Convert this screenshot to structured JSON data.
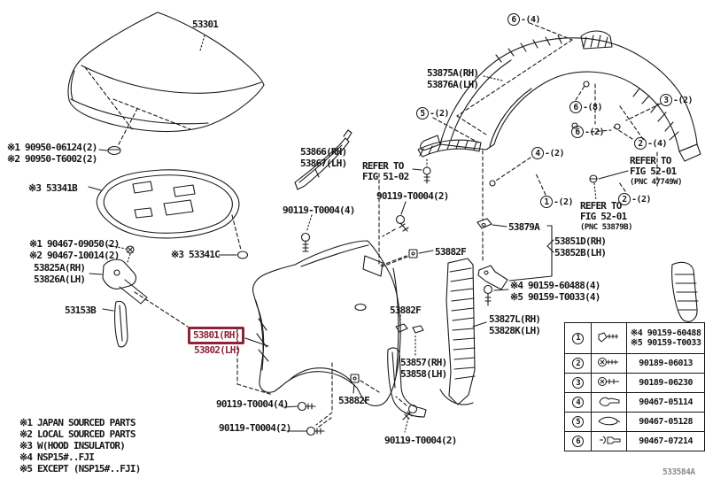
{
  "colors": {
    "highlight": "#8e2236",
    "ink": "#1a1a1a",
    "paper": "#ffffff"
  },
  "labels": {
    "hood": "53301",
    "clip_hood_jp": "※1 90950-06124(2)",
    "clip_hood_local": "※2 90950-T6002(2)",
    "insulator": "※3 53341B",
    "hinge_bolt_jp": "※1 90467-09050(2)",
    "hinge_bolt_local": "※2 90467-10014(2)",
    "hinge_rh": "53825A(RH)",
    "hinge_lh": "53826A(LH)",
    "seal": "53153B",
    "clip_insulator": "※3 53341C",
    "fender_rh": "53801(RH)",
    "fender_lh": "53802(LH)",
    "protector_rh": "53866(RH)",
    "protector_lh": "53867(LH)",
    "bolt_90119_2_top": "90119-T0004(2)",
    "bolt_90119_4_top": "90119-T0004(4)",
    "liner_rh": "53875A(RH)",
    "liner_lh": "53876A(LH)",
    "support": "53879A",
    "brace_rh": "53851D(RH)",
    "brace_lh": "53852B(LH)",
    "screw_90159_jp": "※4 90159-60488(4)",
    "screw_90159_local": "※5 90159-T0033(4)",
    "clip_53882f_1": "53882F",
    "clip_53882f_2": "53882F",
    "clip_53882f_3": "53882F",
    "stiffener_rh": "53827L(RH)",
    "stiffener_lh": "53828K(LH)",
    "mudguard_rh": "53857(RH)",
    "mudguard_lh": "53858(LH)",
    "bolt_90119_4_bottom": "90119-T0004(4)",
    "bolt_90119_2_bottom": "90119-T0004(2)",
    "bolt_90119_2_right": "90119-T0004(2)",
    "doc_code": "533584A"
  },
  "refer_notes": {
    "fig5102": {
      "l1": "REFER TO",
      "l2": "FIG 51-02"
    },
    "fig5201a": {
      "l1": "REFER TO",
      "l2": "FIG 52-01",
      "l3": "(PNC 47749W)"
    },
    "fig5201b": {
      "l1": "REFER TO",
      "l2": "FIG 52-01",
      "l3": "(PNC 53879B)"
    }
  },
  "callouts": {
    "c6_4": {
      "num": "6",
      "qty": "-(4)"
    },
    "c5_2": {
      "num": "5",
      "qty": "-(2)"
    },
    "c6_8": {
      "num": "6",
      "qty": "-(8)"
    },
    "c6_2": {
      "num": "6",
      "qty": "-(2)"
    },
    "c3_2": {
      "num": "3",
      "qty": "-(2)"
    },
    "c2_4": {
      "num": "2",
      "qty": "-(4)"
    },
    "c4_2": {
      "num": "4",
      "qty": "-(2)"
    },
    "c1_2": {
      "num": "1",
      "qty": "-(2)"
    },
    "c2_2": {
      "num": "2",
      "qty": "-(2)"
    }
  },
  "table": {
    "rows": [
      {
        "num": "1",
        "icon": "screw-icon",
        "parts": [
          "※4 90159-60488",
          "※5 90159-T0033"
        ]
      },
      {
        "num": "2",
        "icon": "screw-icon",
        "parts": [
          "90189-06013"
        ]
      },
      {
        "num": "3",
        "icon": "screw-icon",
        "parts": [
          "90189-06230"
        ]
      },
      {
        "num": "4",
        "icon": "clip-icon",
        "parts": [
          "90467-05114"
        ]
      },
      {
        "num": "5",
        "icon": "clip-icon",
        "parts": [
          "90467-05128"
        ]
      },
      {
        "num": "6",
        "icon": "clip-icon",
        "parts": [
          "90467-07214"
        ]
      }
    ]
  },
  "legend": {
    "lines": [
      "※1 JAPAN SOURCED PARTS",
      "※2 LOCAL SOURCED PARTS",
      "※3 W(HOOD INSULATOR)",
      "※4 NSP15#..FJI",
      "※5 EXCEPT (NSP15#..FJI)"
    ]
  }
}
